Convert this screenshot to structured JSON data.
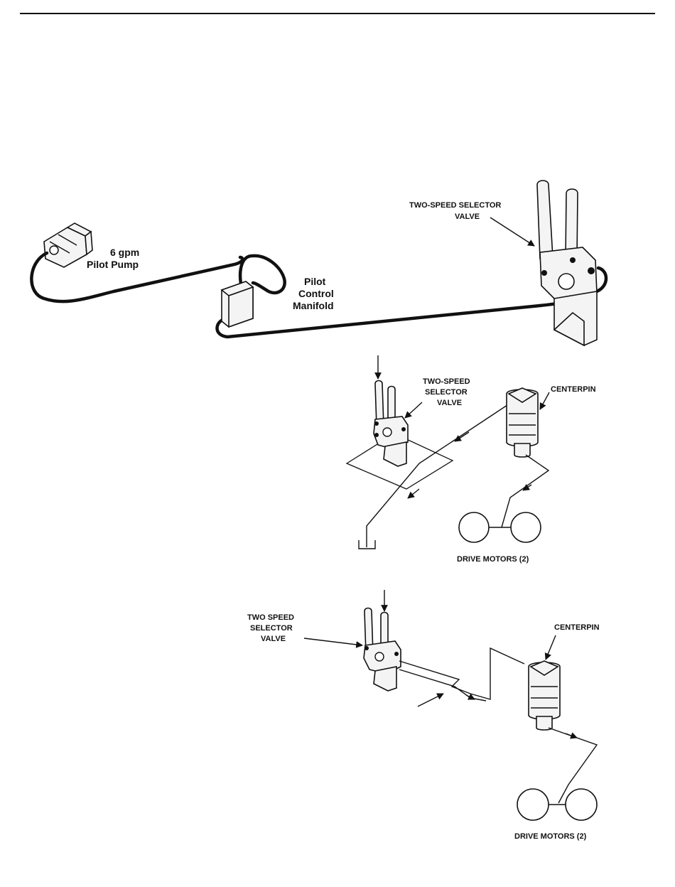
{
  "diagram1": {
    "pump_label_line1": "6 gpm",
    "pump_label_line2": "Pilot Pump",
    "manifold_label_line1": "Pilot",
    "manifold_label_line2": "Control",
    "manifold_label_line3": "Manifold",
    "valve_label_line1": "TWO-SPEED SELECTOR",
    "valve_label_line2": "VALVE"
  },
  "diagram2": {
    "valve_label_line1": "TWO-SPEED",
    "valve_label_line2": "SELECTOR",
    "valve_label_line3": "VALVE",
    "centerpin_label": "CENTERPIN",
    "motors_label": "DRIVE MOTORS (2)"
  },
  "diagram3": {
    "valve_label_line1": "TWO SPEED",
    "valve_label_line2": "SELECTOR",
    "valve_label_line3": "VALVE",
    "centerpin_label": "CENTERPIN",
    "motors_label": "DRIVE MOTORS (2)"
  }
}
